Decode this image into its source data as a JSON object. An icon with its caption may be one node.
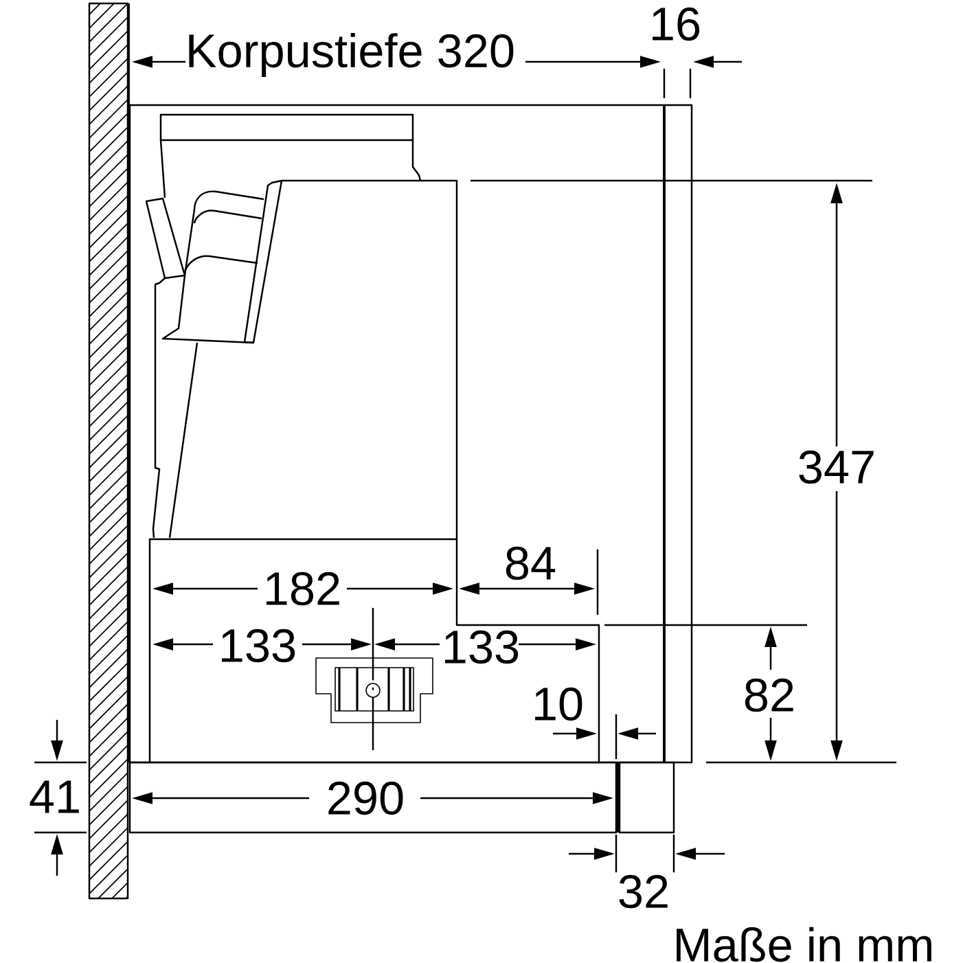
{
  "diagram": {
    "labels": [
      "16",
      "Korpustiefe 320",
      "347",
      "84",
      "182",
      "133",
      "133",
      "10",
      "82",
      "41",
      "290",
      "32",
      "Maße in mm"
    ]
  }
}
